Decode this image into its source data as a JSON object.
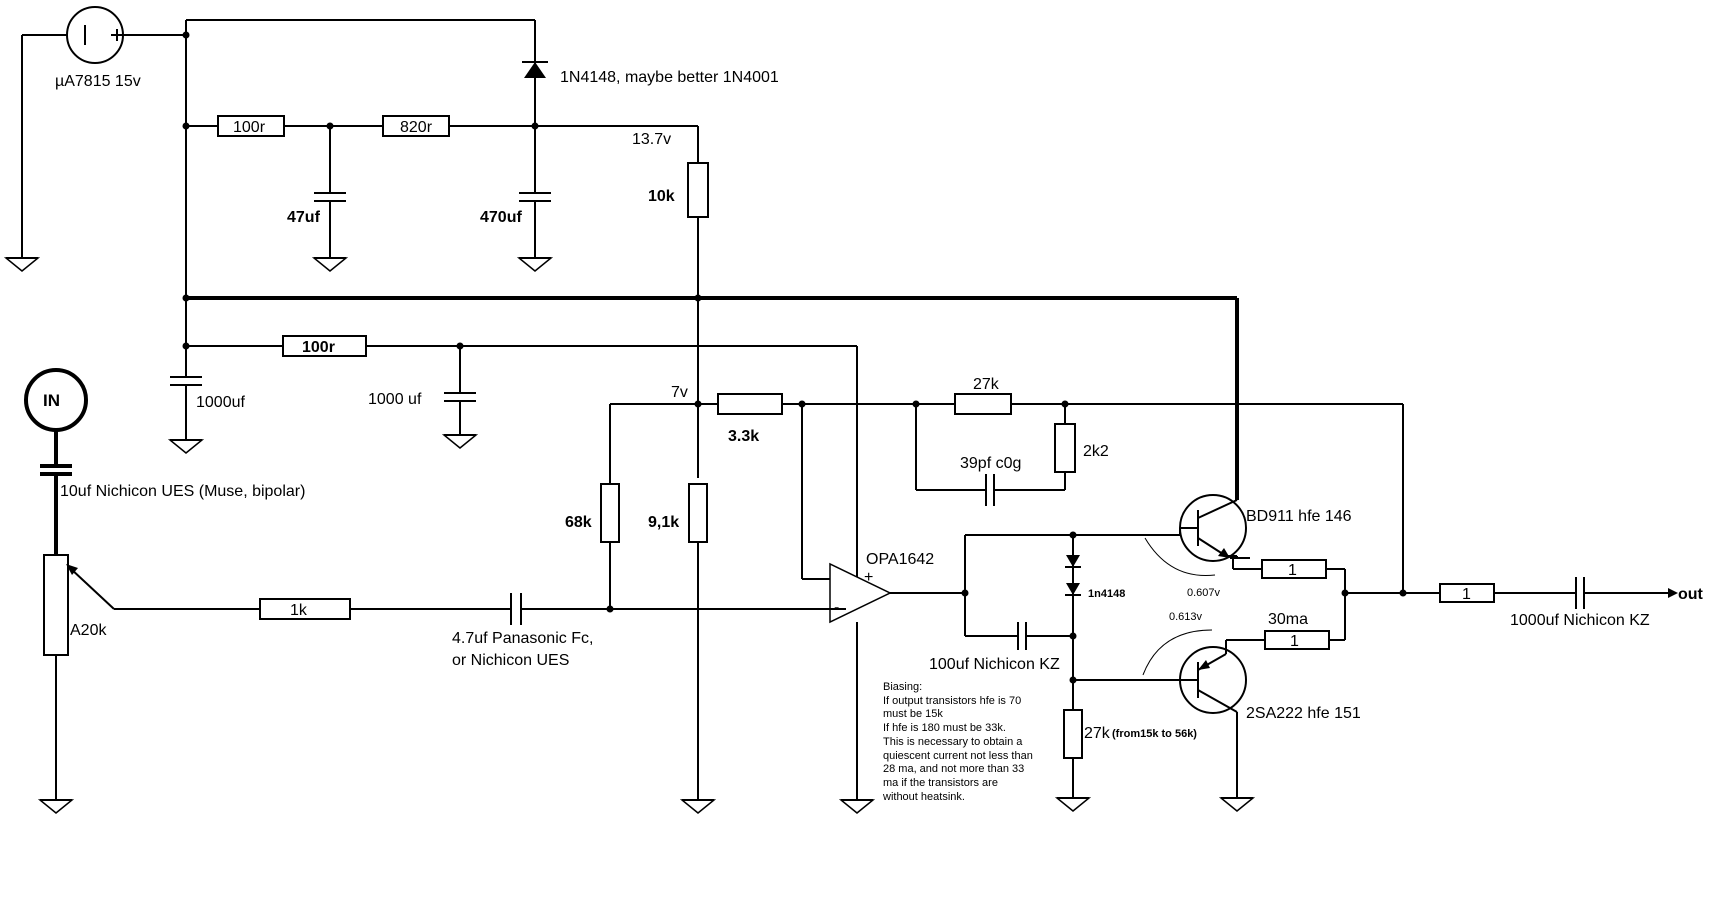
{
  "regulator": {
    "label": "µA7815  15v"
  },
  "diode_supply": {
    "label": "1N4148, maybe better 1N4001"
  },
  "res_100r_a": {
    "label": "100r"
  },
  "res_820r": {
    "label": "820r"
  },
  "cap_47uf": {
    "label": "47uf"
  },
  "cap_470uf": {
    "label": "470uf"
  },
  "node_13v7": {
    "label": "13.7v"
  },
  "res_10k": {
    "label": "10k"
  },
  "res_100r_b": {
    "label": "100r"
  },
  "cap_1000uf_a": {
    "label": "1000uf"
  },
  "cap_1000uf_b": {
    "label": "1000 uf"
  },
  "input": {
    "label": "IN"
  },
  "cap_10uf": {
    "label": "10uf Nichicon UES (Muse, bipolar)"
  },
  "pot": {
    "label": "A20k"
  },
  "res_1k": {
    "label": "1k"
  },
  "cap_4u7": {
    "line1": "4.7uf Panasonic Fc,",
    "line2": "or Nichicon UES"
  },
  "node_7v": {
    "label": "7v"
  },
  "res_3k3": {
    "label": "3.3k"
  },
  "res_68k": {
    "label": "68k"
  },
  "res_9k1": {
    "label": "9,1k"
  },
  "res_27k_fb": {
    "label": "27k"
  },
  "res_2k2": {
    "label": "2k2"
  },
  "cap_39pf": {
    "label": "39pf c0g"
  },
  "opamp": {
    "label": "OPA1642",
    "plus": "+",
    "minus": "-"
  },
  "q_npn": {
    "label": "BD911 hfe 146"
  },
  "q_pnp": {
    "label": "2SA222 hfe 151"
  },
  "vbe_npn": {
    "label": "0.607v"
  },
  "vbe_pnp": {
    "label": "0.613v"
  },
  "bias_diodes": {
    "label": "1n4148"
  },
  "cap_100uf": {
    "label": "100uf Nichicon KZ"
  },
  "res_e1": {
    "label": "1"
  },
  "res_e2": {
    "label": "1"
  },
  "current": {
    "label": "30ma"
  },
  "res_out": {
    "label": "1"
  },
  "res_27k_bias": {
    "label": "27k",
    "range": "(from15k to 56k)"
  },
  "cap_out": {
    "label": "1000uf Nichicon KZ"
  },
  "output": {
    "label": "out"
  },
  "biasing_note": {
    "lines": [
      "Biasing:",
      "If output transistors hfe is 70",
      "must be 15k",
      "If hfe is 180 must be 33k.",
      "This is necessary to obtain a",
      "quiescent current not less than",
      "28 ma, and not more than 33",
      "ma if the transistors are",
      "without heatsink."
    ]
  }
}
